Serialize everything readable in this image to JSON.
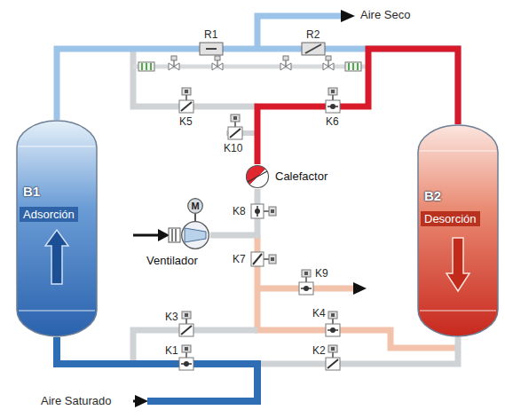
{
  "diagram": {
    "nodes": [
      {
        "text": [
          "B1",
          "Adsorción"
        ]
      },
      {
        "text": [
          "B2",
          "Desorción"
        ]
      },
      {
        "text": [
          "Calefactor"
        ]
      },
      {
        "text": [
          "M"
        ]
      },
      {
        "text": [
          "Ventilador"
        ]
      }
    ],
    "edges": [
      {
        "from": 0,
        "to": 1,
        "arrow": "none"
      },
      {
        "from": 2,
        "to": 1,
        "arrow": "none"
      },
      {
        "from": 0,
        "to": 1,
        "arrow": "none"
      },
      {
        "from": 3,
        "to": 4,
        "arrow": "none"
      },
      {
        "from": 4,
        "to": 2,
        "arrow": "none"
      }
    ],
    "labels": [
      "Aire Seco",
      "R1",
      "R2",
      "K5",
      "K6",
      "K10",
      "K8",
      "K7",
      "K9",
      "K3",
      "K4",
      "K1",
      "K2",
      "Aire Saturado"
    ]
  }
}
